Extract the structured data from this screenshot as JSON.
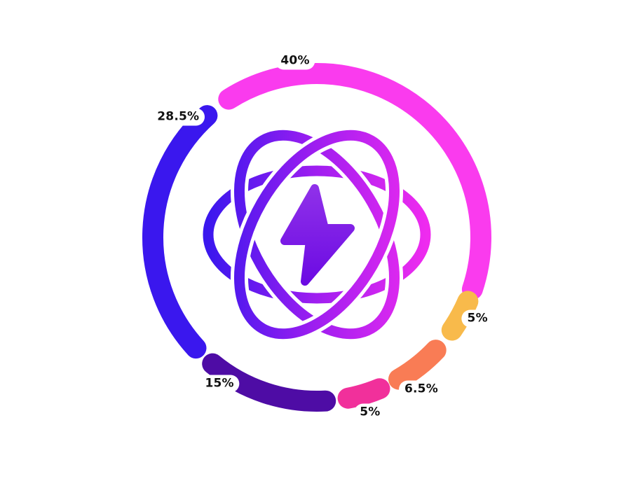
{
  "chart_data": {
    "type": "pie",
    "style": "segmented-donut-with-rounded-caps",
    "unit": "%",
    "total": 100,
    "background": "#FFFFFF",
    "legend": "none",
    "ring": {
      "radius": 234,
      "stroke_width": 30
    },
    "segments": [
      {
        "name": "magenta",
        "label": "40%",
        "value": 40,
        "color": "#FA3BEE",
        "start_deg": 327.5,
        "sweep_deg": 141.0,
        "label_angle_deg": 353.0,
        "label_radius": 254
      },
      {
        "name": "amber",
        "label": "5%",
        "value": 5,
        "color": "#F8BA4B",
        "start_deg": 113.0,
        "sweep_deg": 11.5,
        "label_angle_deg": 116.9,
        "label_radius": 257
      },
      {
        "name": "orange",
        "label": "6.5%",
        "value": 6.5,
        "color": "#F97C55",
        "start_deg": 133.5,
        "sweep_deg": 16.5,
        "label_angle_deg": 145.5,
        "label_radius": 263
      },
      {
        "name": "pink",
        "label": "5%",
        "value": 5,
        "color": "#F1309B",
        "start_deg": 157.5,
        "sweep_deg": 11.5,
        "label_angle_deg": 163.1,
        "label_radius": 261
      },
      {
        "name": "violet",
        "label": "15%",
        "value": 15,
        "color": "#4E0CA5",
        "start_deg": 177.0,
        "sweep_deg": 42.5,
        "label_angle_deg": 213.6,
        "label_radius": 251
      },
      {
        "name": "blue",
        "label": "28.5%",
        "value": 28.5,
        "color": "#3A17EE",
        "start_deg": 227.5,
        "sweep_deg": 90.5,
        "label_angle_deg": 311.0,
        "label_radius": 262
      }
    ],
    "label_style": {
      "text_color": "#111111",
      "pill_background": "#FFFFFF"
    }
  },
  "logo": {
    "name": "atom-energy-logo",
    "orbit_gradient": {
      "from": "#3A17EE",
      "mid": "#A01EF0",
      "to": "#EF2BEF"
    },
    "bolt_gradient": {
      "from": "#8F30E9",
      "to": "#6C0BE3"
    }
  }
}
